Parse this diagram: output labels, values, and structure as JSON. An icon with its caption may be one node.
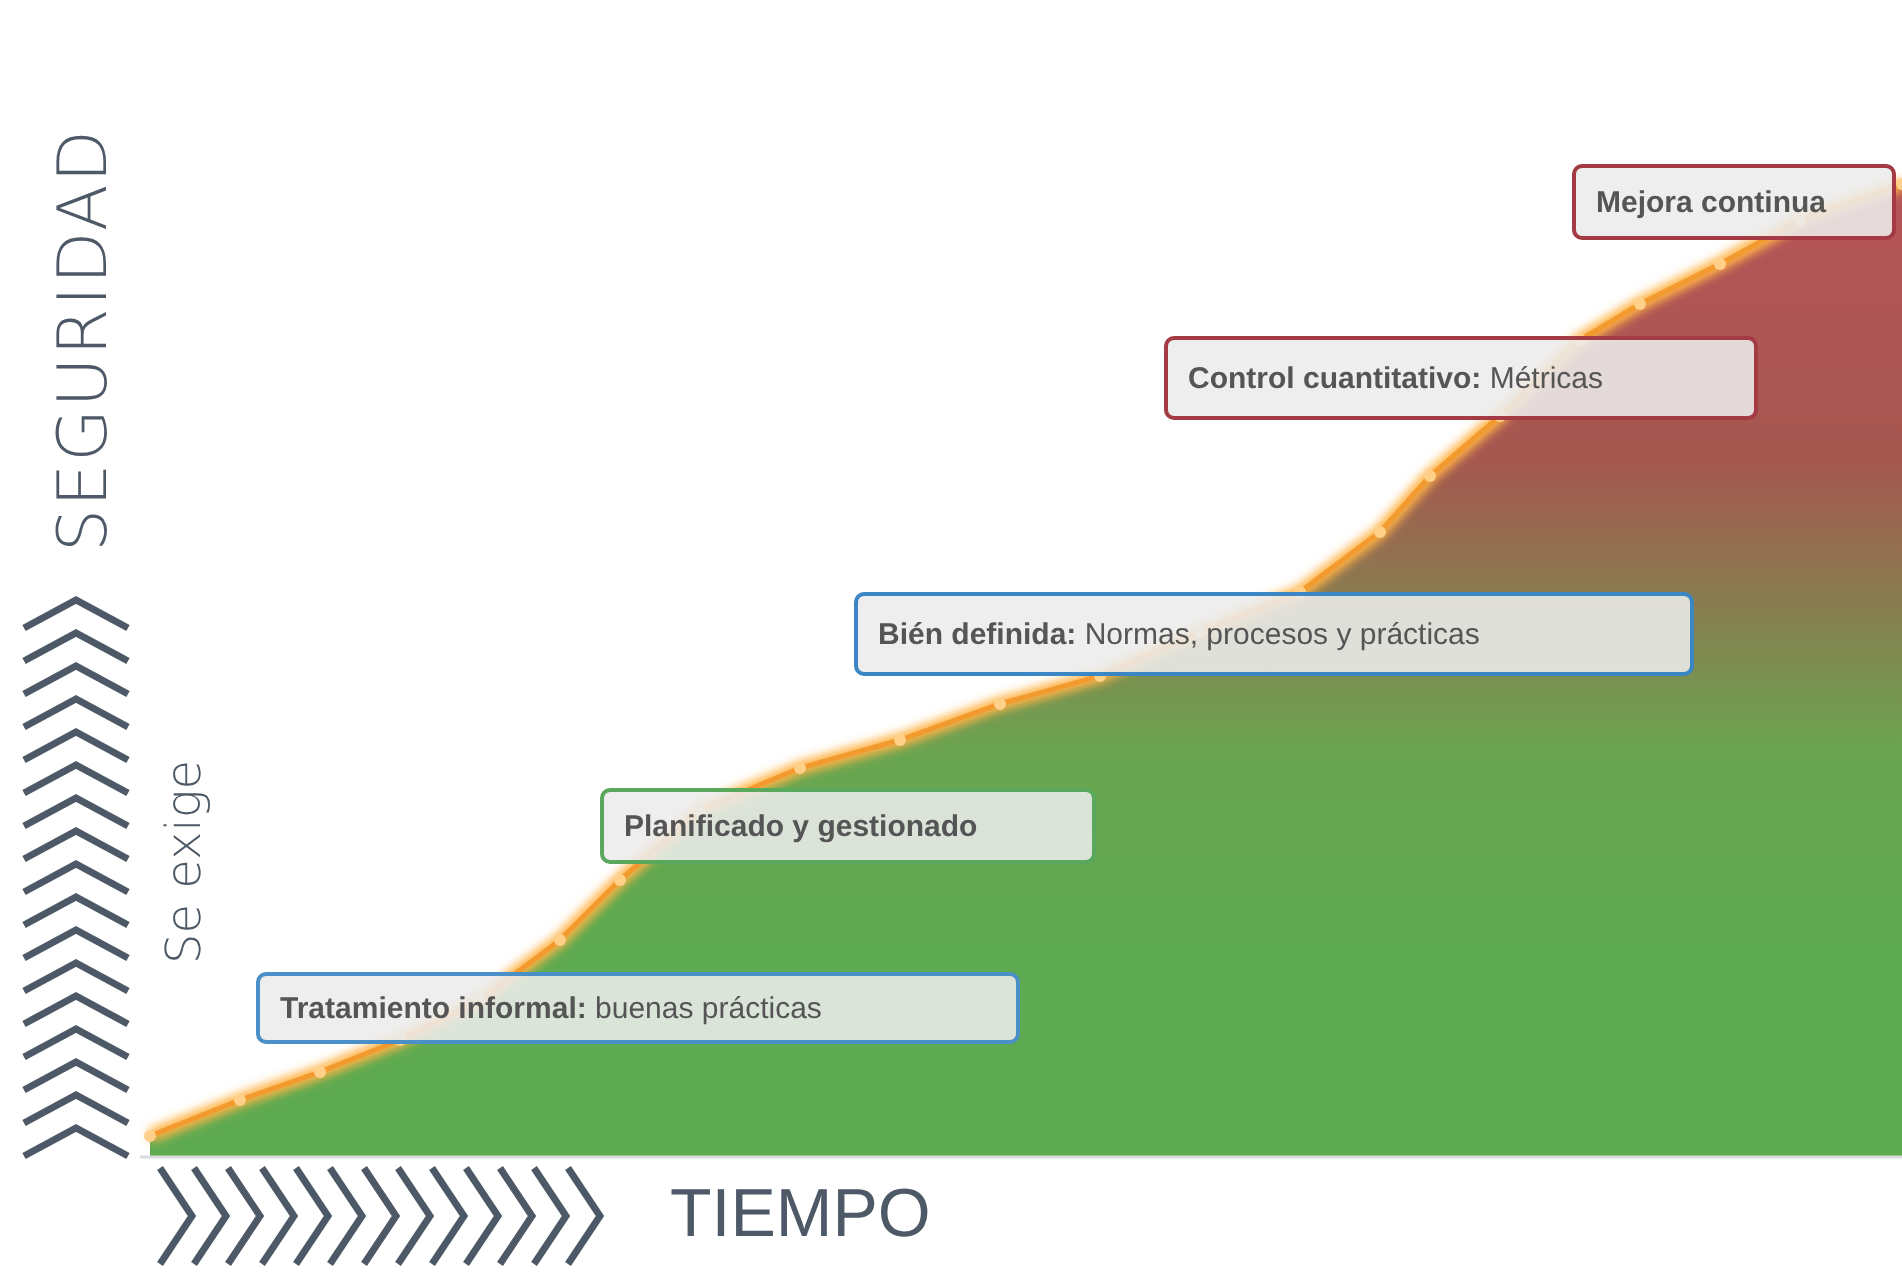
{
  "diagram": {
    "nodes": [
      {
        "text": [
          "**Tratamiento informal:** buenas prácticas"
        ]
      },
      {
        "text": [
          "**Planificado y gestionado**"
        ]
      },
      {
        "text": [
          "**Bién definida:** Normas, procesos y prácticas"
        ]
      },
      {
        "text": [
          "**Control cuantitativo:** Métricas"
        ]
      },
      {
        "text": [
          "**Mejora continua**"
        ]
      }
    ],
    "labels": [
      "SEGURIDAD",
      "Se exige",
      "TIEMPO"
    ]
  }
}
